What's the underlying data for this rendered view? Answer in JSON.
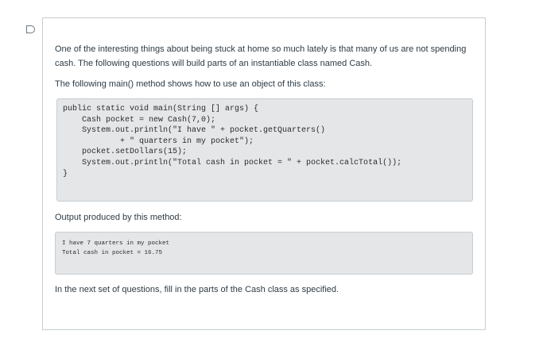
{
  "question": {
    "intro_line1": "One of the interesting things about being stuck at home so much lately is that many of us are not spending cash.  The following questions will build parts of an instantiable class named Cash.",
    "intro_line2": "The following main() method shows how to use an object of this class:",
    "code_lines": [
      "public static void main(String [] args) {",
      "    Cash pocket = new Cash(7,0);",
      "    System.out.println(\"I have \" + pocket.getQuarters()",
      "            + \" quarters in my pocket\");",
      "    pocket.setDollars(15);",
      "    System.out.println(\"Total cash in pocket = \" + pocket.calcTotal());",
      "}"
    ],
    "output_label": "Output produced by this method:",
    "output_lines": [
      "I have 7 quarters in my pocket",
      "Total cash in pocket = 16.75"
    ],
    "closing": "In the next set of questions, fill in the parts of the Cash class as specified."
  },
  "colors": {
    "text": "#2d3b45",
    "code_background": "#e4e6e8",
    "border": "#c7cdd1"
  }
}
